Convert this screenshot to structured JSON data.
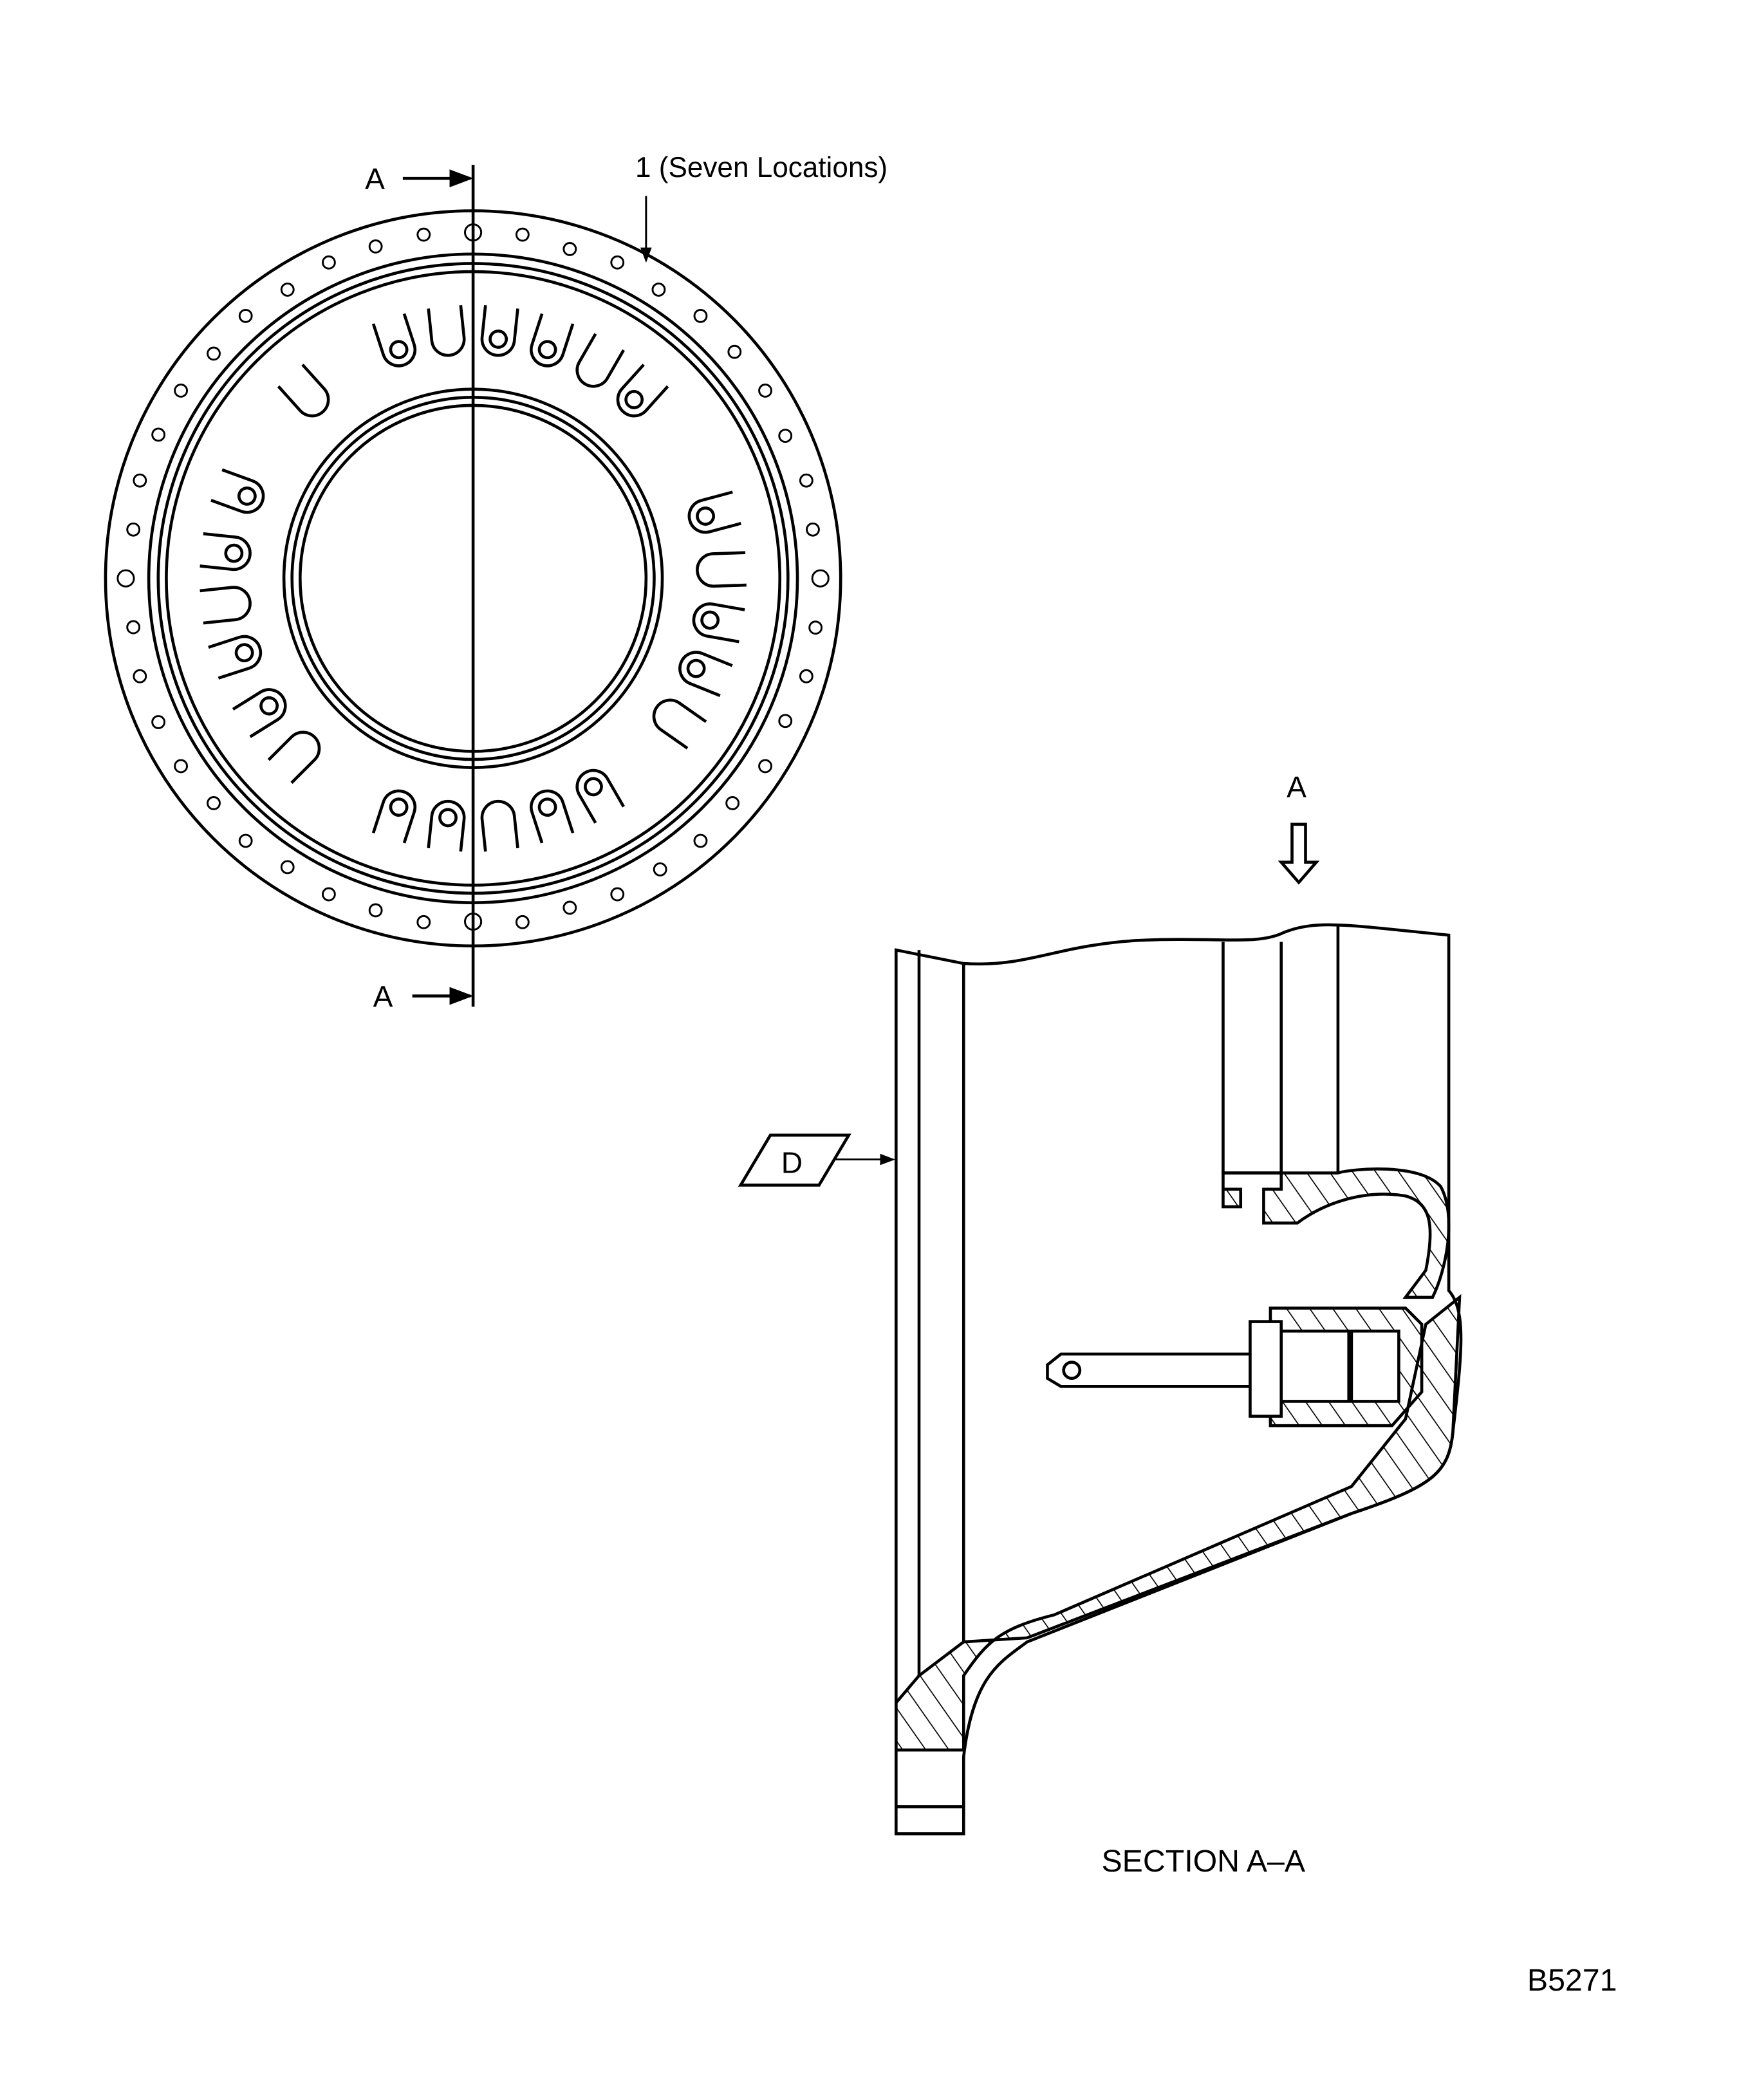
{
  "labels": {
    "section_mark_top": "A",
    "section_mark_bottom": "A",
    "callout_1": "1 (Seven Locations)",
    "view_arrow_label": "A",
    "datum": "D",
    "section_title": "SECTION A–A",
    "figure_id": "B5271"
  },
  "colors": {
    "line": "#000000",
    "background": "#ffffff"
  }
}
